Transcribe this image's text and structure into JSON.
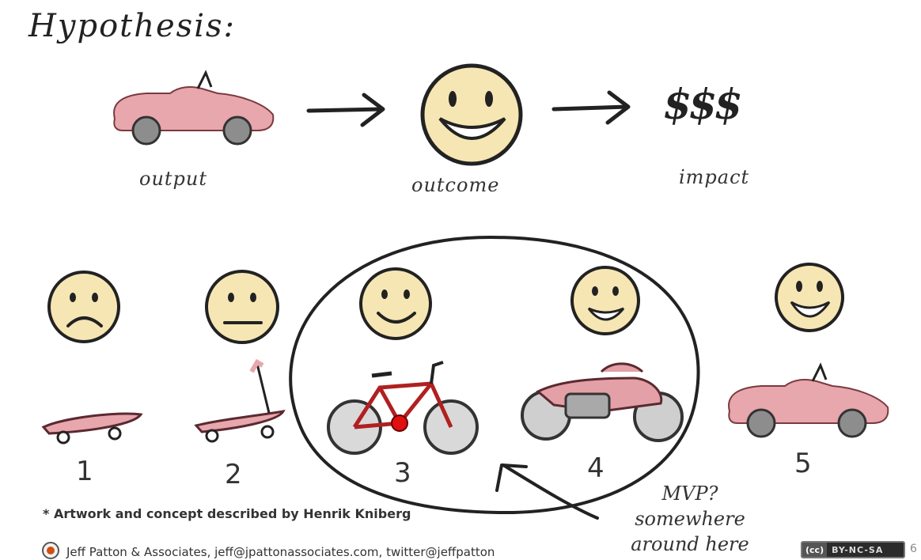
{
  "title": "Hypothesis:",
  "hypothesis": {
    "output_label": "output",
    "outcome_label": "outcome",
    "impact_label": "impact",
    "impact_symbols": "$$$"
  },
  "iterations": [
    {
      "number": "1",
      "mood": "sad",
      "vehicle": "skateboard"
    },
    {
      "number": "2",
      "mood": "neutral",
      "vehicle": "scooter"
    },
    {
      "number": "3",
      "mood": "slight-smile",
      "vehicle": "bicycle"
    },
    {
      "number": "4",
      "mood": "happy",
      "vehicle": "motorcycle"
    },
    {
      "number": "5",
      "mood": "very-happy",
      "vehicle": "car"
    }
  ],
  "mvp_note": {
    "line1": "MVP?",
    "line2": "somewhere",
    "line3": "around here"
  },
  "footnote": "* Artwork and concept described by Henrik Kniberg",
  "credit": "Jeff Patton & Associates, jeff@jpattonassociates.com, twitter@jeffpatton",
  "license": {
    "cc": "(cc)",
    "text": "BY-NC-SA"
  },
  "page_number": "6",
  "colors": {
    "car_body": "#e8a6ad",
    "face": "#f6e6b4",
    "wheel": "#8d8d8d",
    "ink": "#222222"
  }
}
